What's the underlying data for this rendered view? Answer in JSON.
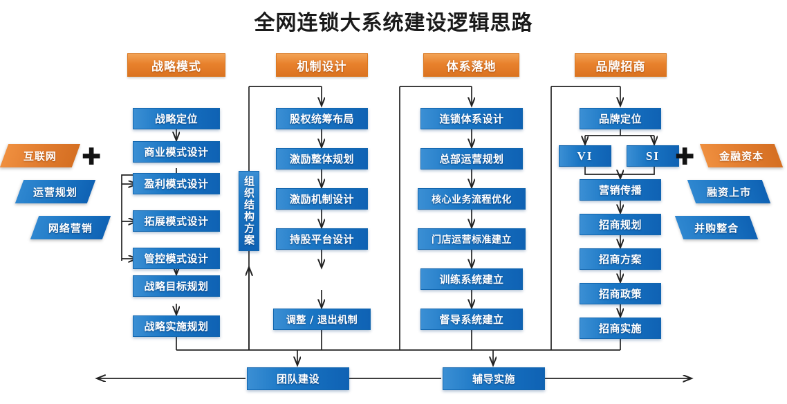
{
  "title": "全网连锁大系统建设逻辑思路",
  "colors": {
    "orange": "#e07b2e",
    "orange_header": "#e8812c",
    "blue": "#1a76c4",
    "blue_dark": "#0f62b4",
    "line": "#222222",
    "background": "#ffffff",
    "text": "#ffffff"
  },
  "plus_symbol": "✚",
  "columns": [
    {
      "header": "战略模式",
      "nodes": [
        "战略定位",
        "商业模式设计",
        "盈利模式设计",
        "拓展模式设计",
        "管控模式设计",
        "战略目标规划",
        "战略实施规划"
      ]
    },
    {
      "header": "机制设计",
      "nodes": [
        "股权统筹布局",
        "激励整体规划",
        "激励机制设计",
        "持股平台设计",
        "调整 / 退出机制"
      ]
    },
    {
      "header": "体系落地",
      "nodes": [
        "连锁体系设计",
        "总部运营规划",
        "核心业务流程优化",
        "门店运营标准建立",
        "训练系统建立",
        "督导系统建立"
      ]
    },
    {
      "header": "品牌招商",
      "nodes": [
        "品牌定位",
        "VI",
        "SI",
        "营销传播",
        "招商规划",
        "招商方案",
        "招商政策",
        "招商实施"
      ]
    }
  ],
  "vertical_node": "组织结构方案",
  "left_panel": {
    "top": "互联网",
    "items": [
      "运营规划",
      "网络营销"
    ]
  },
  "right_panel": {
    "top": "金融资本",
    "items": [
      "融资上市",
      "并购整合"
    ]
  },
  "bottom_nodes": [
    "团队建设",
    "辅导实施"
  ]
}
